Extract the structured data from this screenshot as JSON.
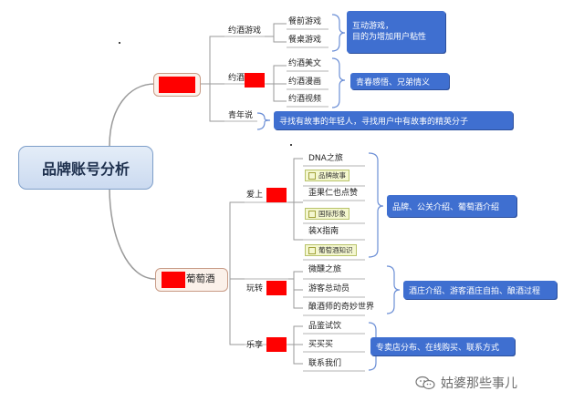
{
  "root": {
    "label": "品牌账号分析"
  },
  "branch_top": {
    "children": [
      {
        "label": "约酒游戏",
        "leaves": [
          "餐前游戏",
          "餐桌游戏"
        ]
      },
      {
        "label": "约酒",
        "leaves": [
          "约酒美文",
          "约酒漫画",
          "约酒视频"
        ]
      },
      {
        "label": "青年说",
        "leaves": []
      }
    ],
    "notes": [
      "互动游戏，\n目的为增加用户粘性",
      "青春感悟、兄弟情义",
      "寻找有故事的年轻人，寻找用户中有故事的精英分子"
    ]
  },
  "branch_bottom": {
    "label": "葡萄酒",
    "children": [
      {
        "label": "爱上",
        "leaves": [
          "DNA之旅",
          "歪果仁也点赞",
          "装X指南"
        ],
        "tags": [
          "品牌故事",
          "国际形象",
          "葡萄酒知识"
        ]
      },
      {
        "label": "玩转",
        "leaves": [
          "微醺之旅",
          "游客总动员",
          "酿酒师的奇妙世界"
        ]
      },
      {
        "label": "乐享",
        "leaves": [
          "品鉴试饮",
          "买买买",
          "联系我们"
        ]
      }
    ],
    "notes": [
      "品牌、公关介绍、葡萄酒介绍",
      "酒庄介绍、游客酒庄自拍、酿酒过程",
      "专卖店分布、在线购买、联系方式"
    ]
  },
  "watermark": {
    "text": "姑婆那些事儿"
  },
  "colors": {
    "note_bg": "#3f6fd0",
    "connector": "#9a9a9a",
    "brace": "#6c8fd6",
    "redact": "#ff0000"
  }
}
